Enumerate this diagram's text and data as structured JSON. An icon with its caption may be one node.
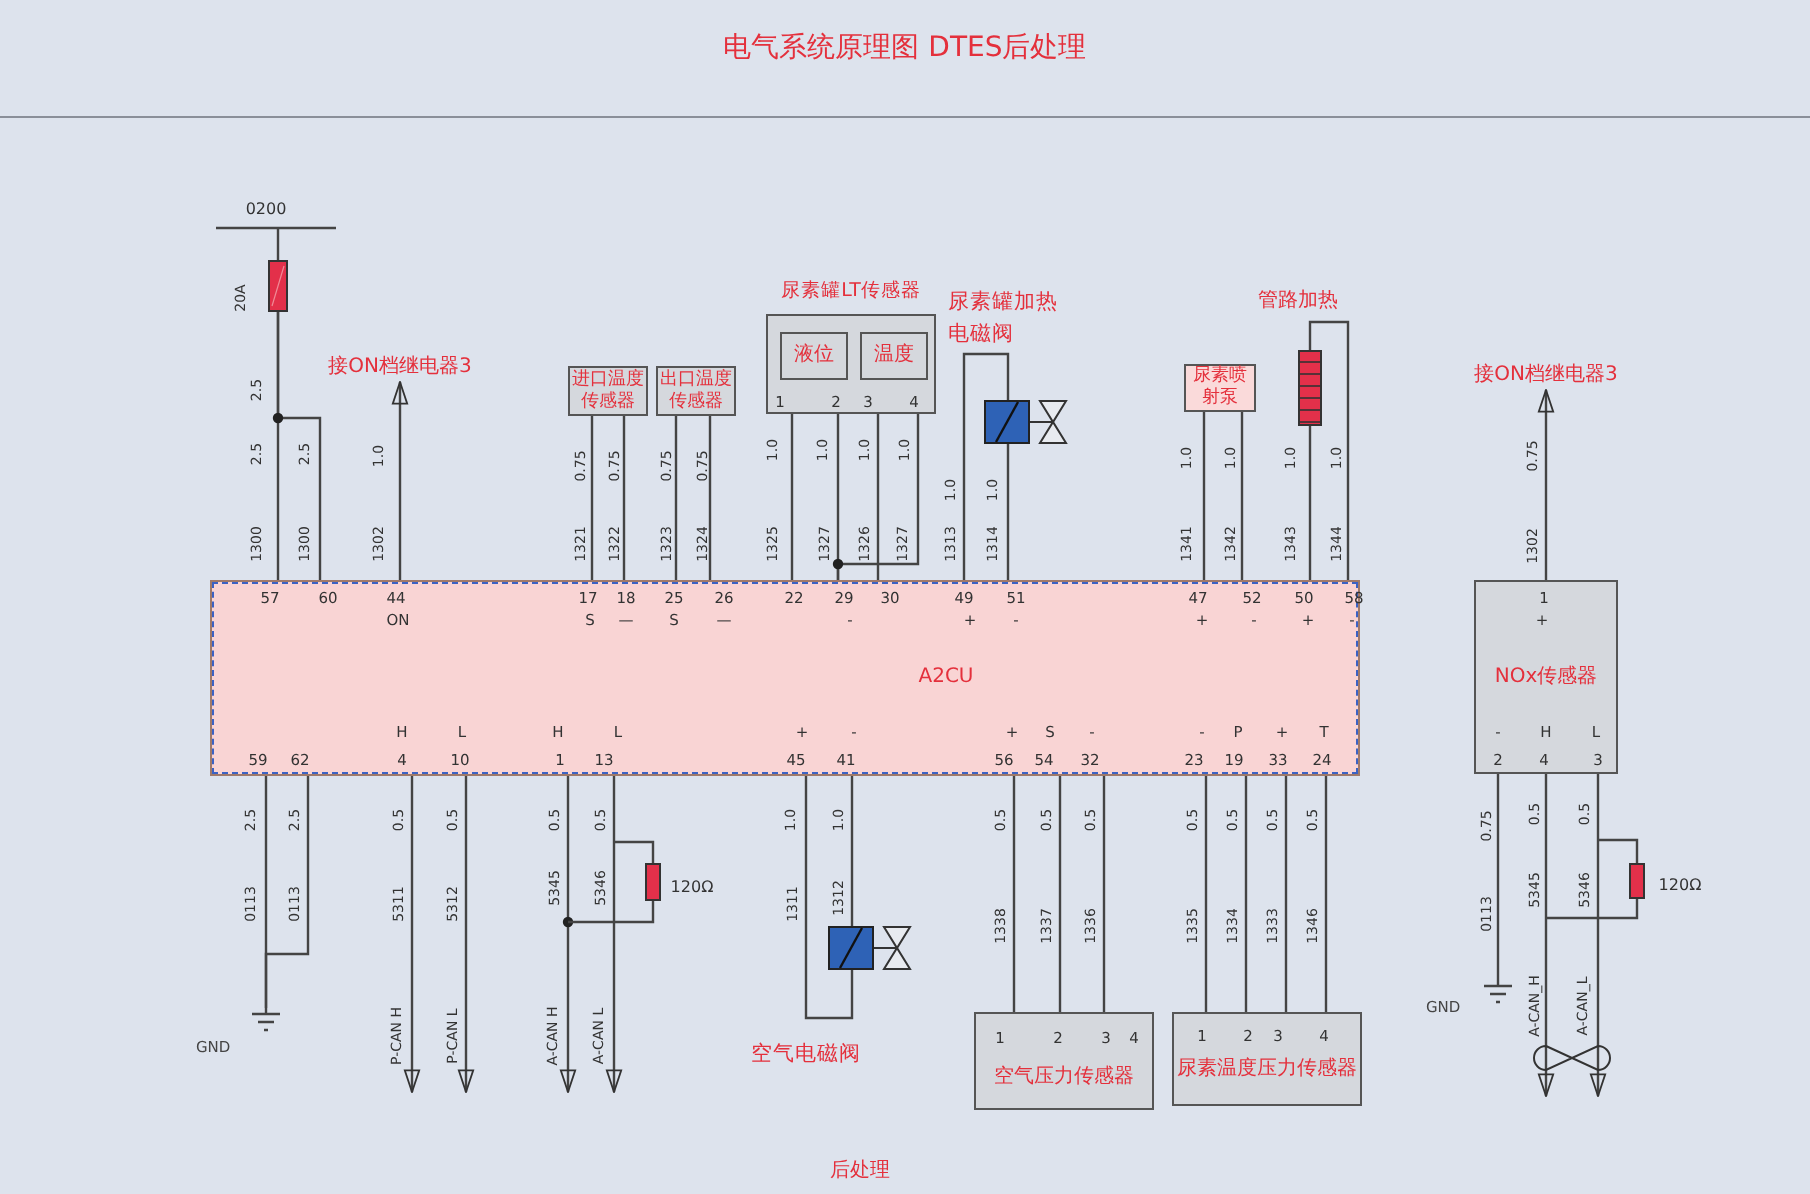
{
  "diagram": {
    "title": "电气系统原理图 DTES后处理",
    "caption": "后处理",
    "nodes": [
      {
        "text": [
          "A2CU"
        ]
      },
      {
        "text": [
          "NOx传感器"
        ]
      },
      {
        "text": [],
        "shape": "box",
        "beside": [
          "20A"
        ]
      },
      {
        "text": [
          "接ON档继电器3"
        ]
      },
      {
        "text": [
          "进口温度传感器"
        ]
      },
      {
        "text": [
          "出口温度传感器"
        ]
      },
      {
        "text": [
          "尿素罐LT传感器"
        ]
      },
      {
        "text": [
          "液位"
        ],
        "in": 6
      },
      {
        "text": [
          "温度"
        ],
        "in": 6
      },
      {
        "text": [
          "尿素罐加热电磁阀"
        ]
      },
      {
        "text": [
          "尿素喷射泵"
        ]
      },
      {
        "text": [
          "管路加热"
        ]
      },
      {
        "text": [
          "接ON档继电器3"
        ]
      },
      {
        "text": [
          "GND"
        ]
      },
      {
        "text": [
          "空气电磁阀"
        ]
      },
      {
        "text": [
          "空气压力传感器"
        ]
      },
      {
        "text": [
          "尿素温度压力传感器"
        ]
      },
      {
        "text": [
          "GND"
        ]
      },
      {
        "text": [
          "P-CAN H"
        ]
      },
      {
        "text": [
          "P-CAN L"
        ]
      },
      {
        "text": [
          "A-CAN H"
        ]
      },
      {
        "text": [
          "A-CAN L"
        ]
      },
      {
        "text": [
          "A-CAN_H"
        ]
      },
      {
        "text": [
          "A-CAN_L"
        ]
      }
    ],
    "edges": [
      {
        "from": 0,
        "to": 2,
        "arrow": "none"
      },
      {
        "from": 0,
        "to": 2,
        "arrow": "none"
      },
      {
        "from": 0,
        "to": 3,
        "arrow": "to"
      },
      {
        "from": 0,
        "to": 4,
        "arrow": "none"
      },
      {
        "from": 0,
        "to": 4,
        "arrow": "none"
      },
      {
        "from": 0,
        "to": 5,
        "arrow": "none"
      },
      {
        "from": 0,
        "to": 5,
        "arrow": "none"
      },
      {
        "from": 0,
        "to": 6,
        "arrow": "none"
      },
      {
        "from": 0,
        "to": 6,
        "arrow": "none"
      },
      {
        "from": 0,
        "to": 6,
        "arrow": "none"
      },
      {
        "from": 0,
        "to": 6,
        "arrow": "none"
      },
      {
        "from": 0,
        "to": 9,
        "arrow": "none"
      },
      {
        "from": 0,
        "to": 9,
        "arrow": "none"
      },
      {
        "from": 0,
        "to": 10,
        "arrow": "none"
      },
      {
        "from": 0,
        "to": 10,
        "arrow": "none"
      },
      {
        "from": 0,
        "to": 11,
        "arrow": "none"
      },
      {
        "from": 0,
        "to": 11,
        "arrow": "none"
      },
      {
        "from": 1,
        "to": 12,
        "arrow": "to"
      },
      {
        "from": 0,
        "to": 13,
        "arrow": "none"
      },
      {
        "from": 0,
        "to": 13,
        "arrow": "none"
      },
      {
        "from": 0,
        "to": 18,
        "arrow": "to"
      },
      {
        "from": 0,
        "to": 19,
        "arrow": "to"
      },
      {
        "from": 0,
        "to": 20,
        "arrow": "to"
      },
      {
        "from": 0,
        "to": 21,
        "arrow": "to"
      },
      {
        "from": 0,
        "to": 14,
        "arrow": "none"
      },
      {
        "from": 0,
        "to": 14,
        "arrow": "none"
      },
      {
        "from": 0,
        "to": 15,
        "arrow": "none"
      },
      {
        "from": 0,
        "to": 15,
        "arrow": "none"
      },
      {
        "from": 0,
        "to": 15,
        "arrow": "none"
      },
      {
        "from": 0,
        "to": 16,
        "arrow": "none"
      },
      {
        "from": 0,
        "to": 16,
        "arrow": "none"
      },
      {
        "from": 0,
        "to": 16,
        "arrow": "none"
      },
      {
        "from": 0,
        "to": 16,
        "arrow": "none"
      },
      {
        "from": 1,
        "to": 17,
        "arrow": "none"
      },
      {
        "from": 1,
        "to": 22,
        "arrow": "to"
      },
      {
        "from": 1,
        "to": 23,
        "arrow": "to"
      }
    ],
    "labels": [
      "0200",
      "2.5",
      "2.5",
      "2.5",
      "1300",
      "1300",
      "1.0",
      "1302",
      "0.75",
      "0.75",
      "0.75",
      "0.75",
      "1321",
      "1322",
      "1323",
      "1324",
      "1",
      "2",
      "3",
      "4",
      "1.0",
      "1.0",
      "1.0",
      "1.0",
      "1325",
      "1327",
      "1326",
      "1327",
      "1.0",
      "1.0",
      "1313",
      "1314",
      "1.0",
      "1.0",
      "1.0",
      "1.0",
      "1341",
      "1342",
      "1343",
      "1344",
      "0.75",
      "1302",
      "57",
      "60",
      "44",
      "17",
      "18",
      "25",
      "26",
      "22",
      "29",
      "30",
      "49",
      "51",
      "47",
      "52",
      "50",
      "58",
      "1",
      "ON",
      "S",
      "—",
      "S",
      "—",
      "-",
      "+",
      "-",
      "+",
      "-",
      "+",
      "-",
      "+",
      "H",
      "L",
      "H",
      "L",
      "+",
      "-",
      "+",
      "S",
      "-",
      "-",
      "P",
      "+",
      "T",
      "-",
      "H",
      "L",
      "59",
      "62",
      "4",
      "10",
      "1",
      "13",
      "45",
      "41",
      "56",
      "54",
      "32",
      "23",
      "19",
      "33",
      "24",
      "2",
      "4",
      "3",
      "2.5",
      "2.5",
      "0.5",
      "0.5",
      "0.5",
      "0.5",
      "1.0",
      "1.0",
      "0.5",
      "0.5",
      "0.5",
      "0.5",
      "0.5",
      "0.5",
      "0.5",
      "0.75",
      "0.5",
      "0.5",
      "0113",
      "0113",
      "5311",
      "5312",
      "5345",
      "5346",
      "1311",
      "1312",
      "1338",
      "1337",
      "1336",
      "1335",
      "1334",
      "1333",
      "1346",
      "0113",
      "5345",
      "5346",
      "120Ω",
      "120Ω",
      "1",
      "2",
      "3",
      "4",
      "1",
      "2",
      "3",
      "4"
    ]
  }
}
